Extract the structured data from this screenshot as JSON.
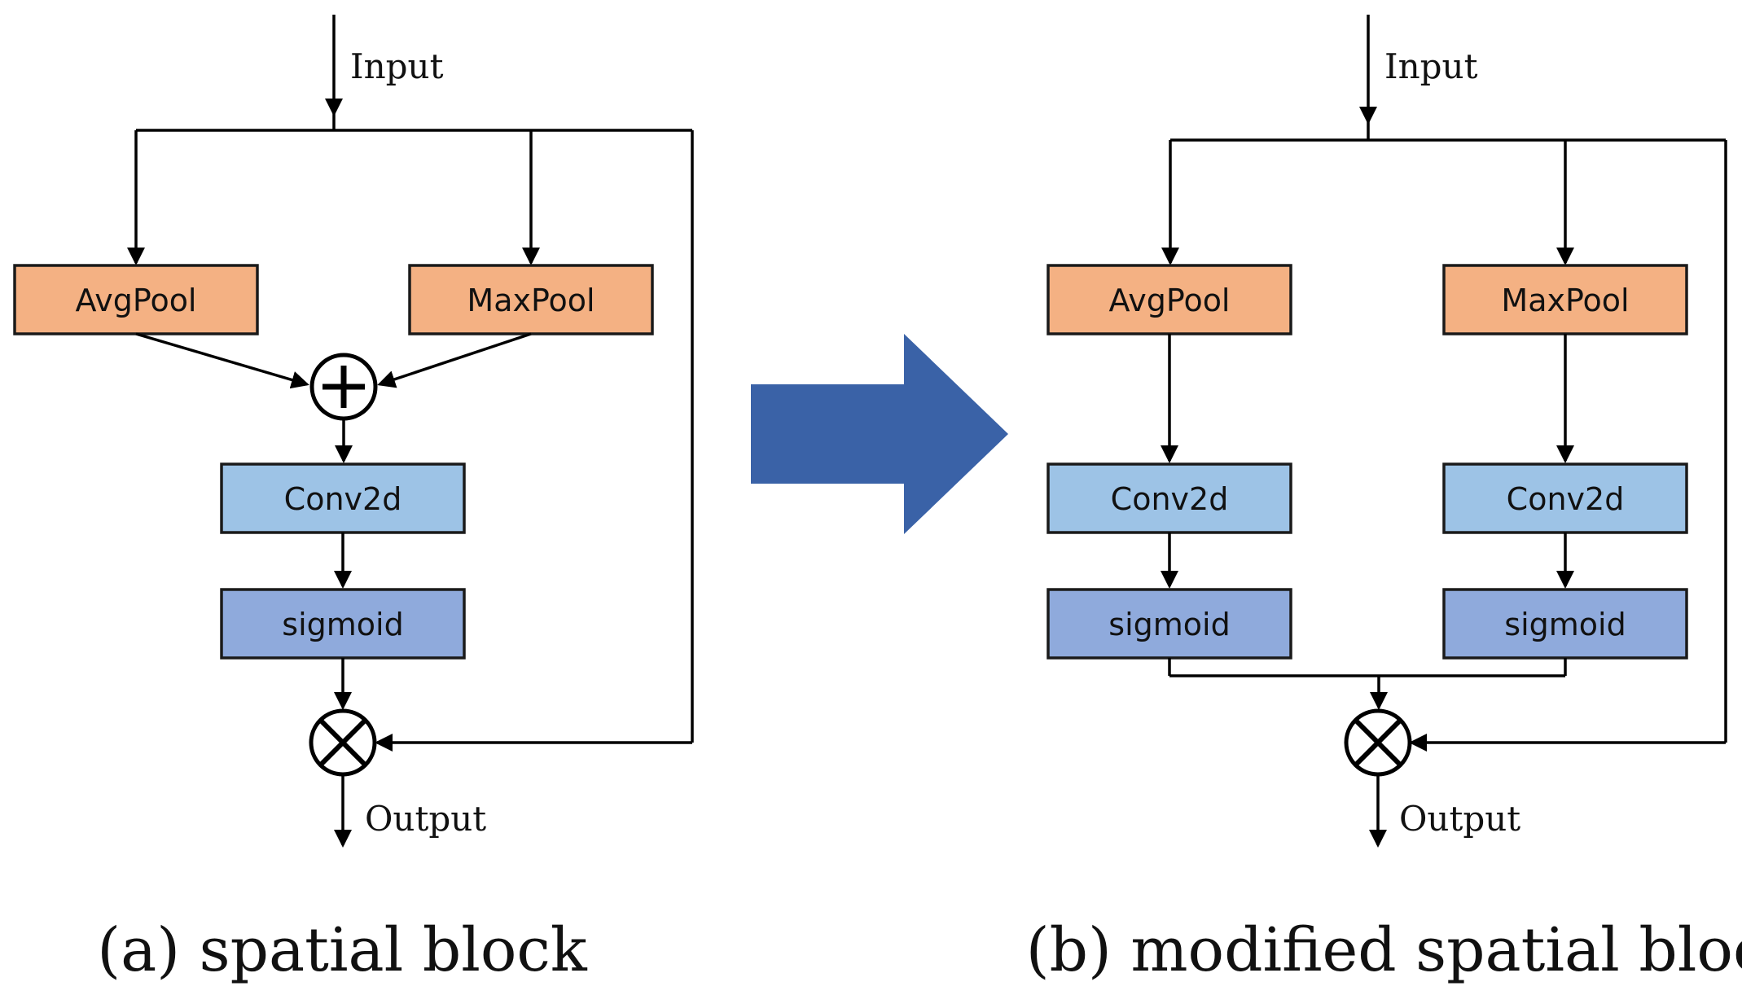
{
  "colors": {
    "pool": "#F4B183",
    "conv": "#9DC3E6",
    "sigmoid": "#8FAADC",
    "big_arrow": "#3A62A7"
  },
  "left": {
    "input_label": "Input",
    "avgpool_label": "AvgPool",
    "maxpool_label": "MaxPool",
    "conv_label": "Conv2d",
    "sigmoid_label": "sigmoid",
    "output_label": "Output",
    "caption": "(a) spatial block"
  },
  "right": {
    "input_label": "Input",
    "avgpool_label": "AvgPool",
    "maxpool_label": "MaxPool",
    "conv_left_label": "Conv2d",
    "conv_right_label": "Conv2d",
    "sigmoid_left_label": "sigmoid",
    "sigmoid_right_label": "sigmoid",
    "output_label": "Output",
    "caption": "(b) modified spatial block"
  },
  "icons": {
    "add": "plus-circle-icon",
    "multiply": "times-circle-icon",
    "transition": "right-arrow-icon"
  }
}
